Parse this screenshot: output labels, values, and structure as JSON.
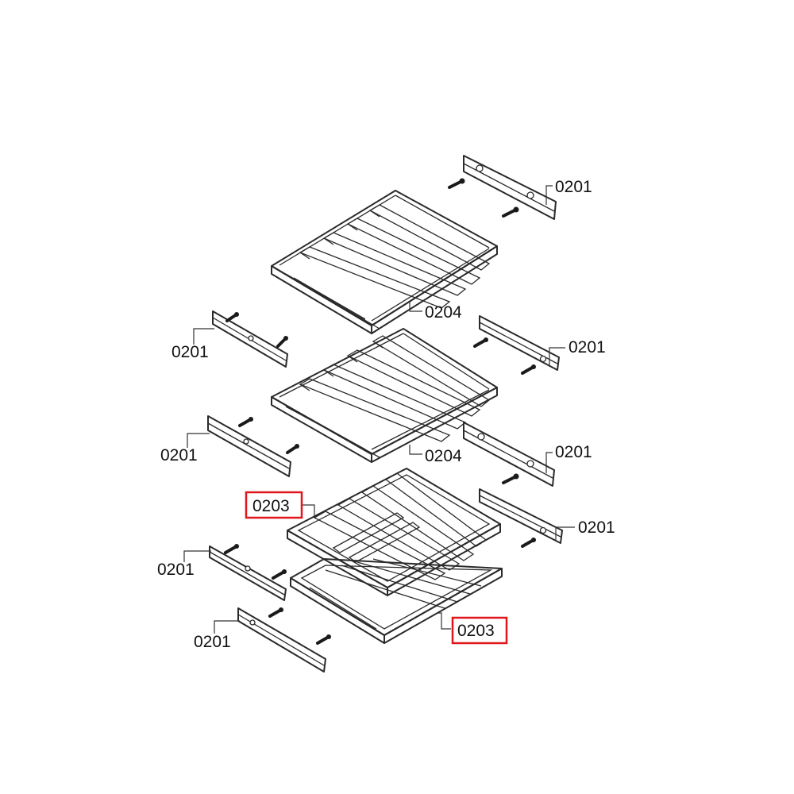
{
  "labels": {
    "rail_top_right": "0201",
    "shelf_upper": "0204",
    "rail_upper_left": "0201",
    "rail_mid_right_a": "0201",
    "shelf_middle": "0204",
    "rail_mid_left": "0201",
    "rail_mid_right_b": "0201",
    "shelf_low_a": "0203",
    "rail_low_right": "0201",
    "rail_low_left_a": "0201",
    "rail_low_left_b": "0201",
    "shelf_low_b": "0203"
  },
  "colors": {
    "line": "#2a2a2a",
    "highlight": "#e0161b",
    "background": "#ffffff"
  }
}
